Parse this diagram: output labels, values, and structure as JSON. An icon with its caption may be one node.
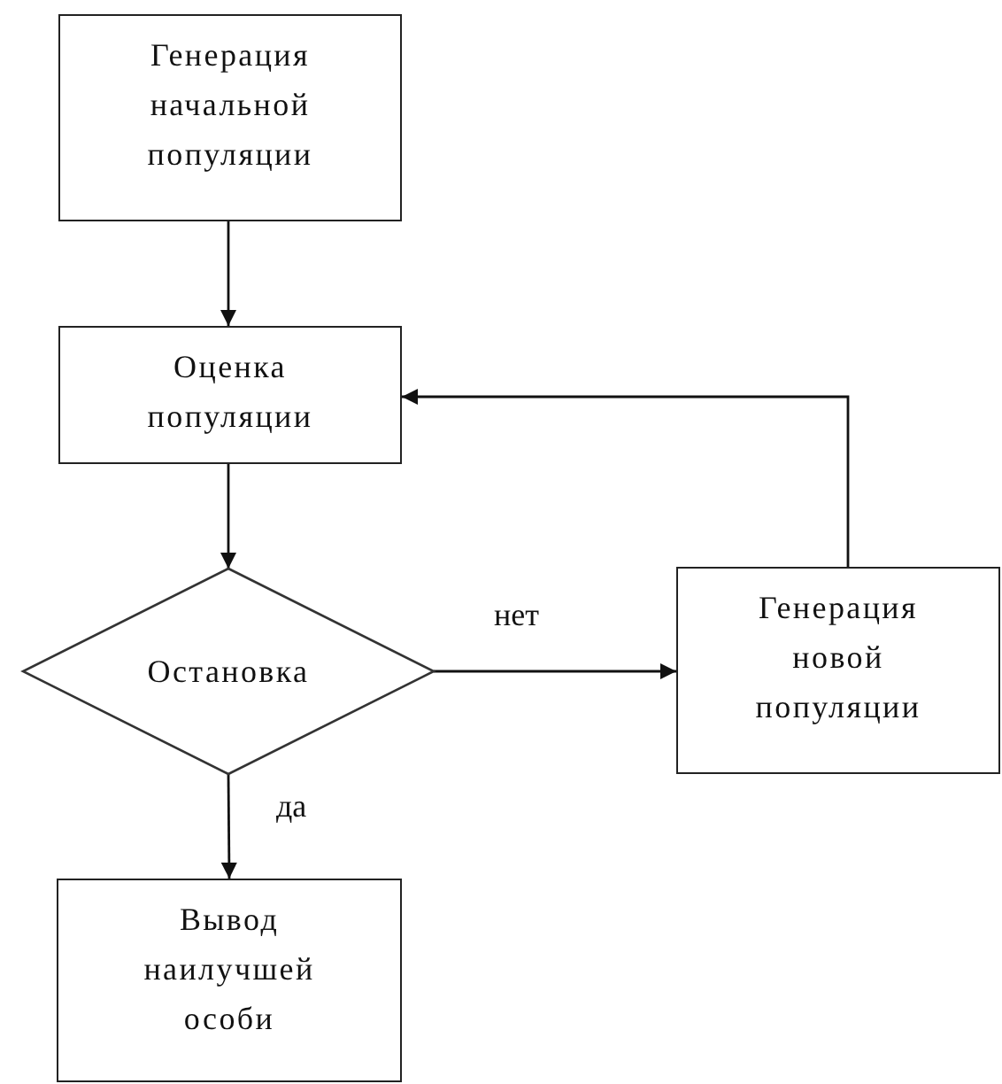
{
  "diagram": {
    "nodes": [
      {
        "text": [
          "Генерация начальной популяции"
        ]
      },
      {
        "text": [
          "Оценка популяции"
        ]
      },
      {
        "text": [
          "Остановка"
        ]
      },
      {
        "text": [
          "Генерация новой популяции"
        ]
      },
      {
        "text": [
          "Вывод наилучшей особи"
        ]
      }
    ],
    "edges": [
      {
        "from": 0,
        "to": 1,
        "arrow": "to"
      },
      {
        "from": 1,
        "to": 2,
        "arrow": "to"
      },
      {
        "from": 2,
        "to": 3,
        "label": "нет",
        "arrow": "to"
      },
      {
        "from": 2,
        "to": 4,
        "label": "да",
        "arrow": "to"
      },
      {
        "from": 3,
        "to": 1,
        "arrow": "to"
      }
    ]
  }
}
